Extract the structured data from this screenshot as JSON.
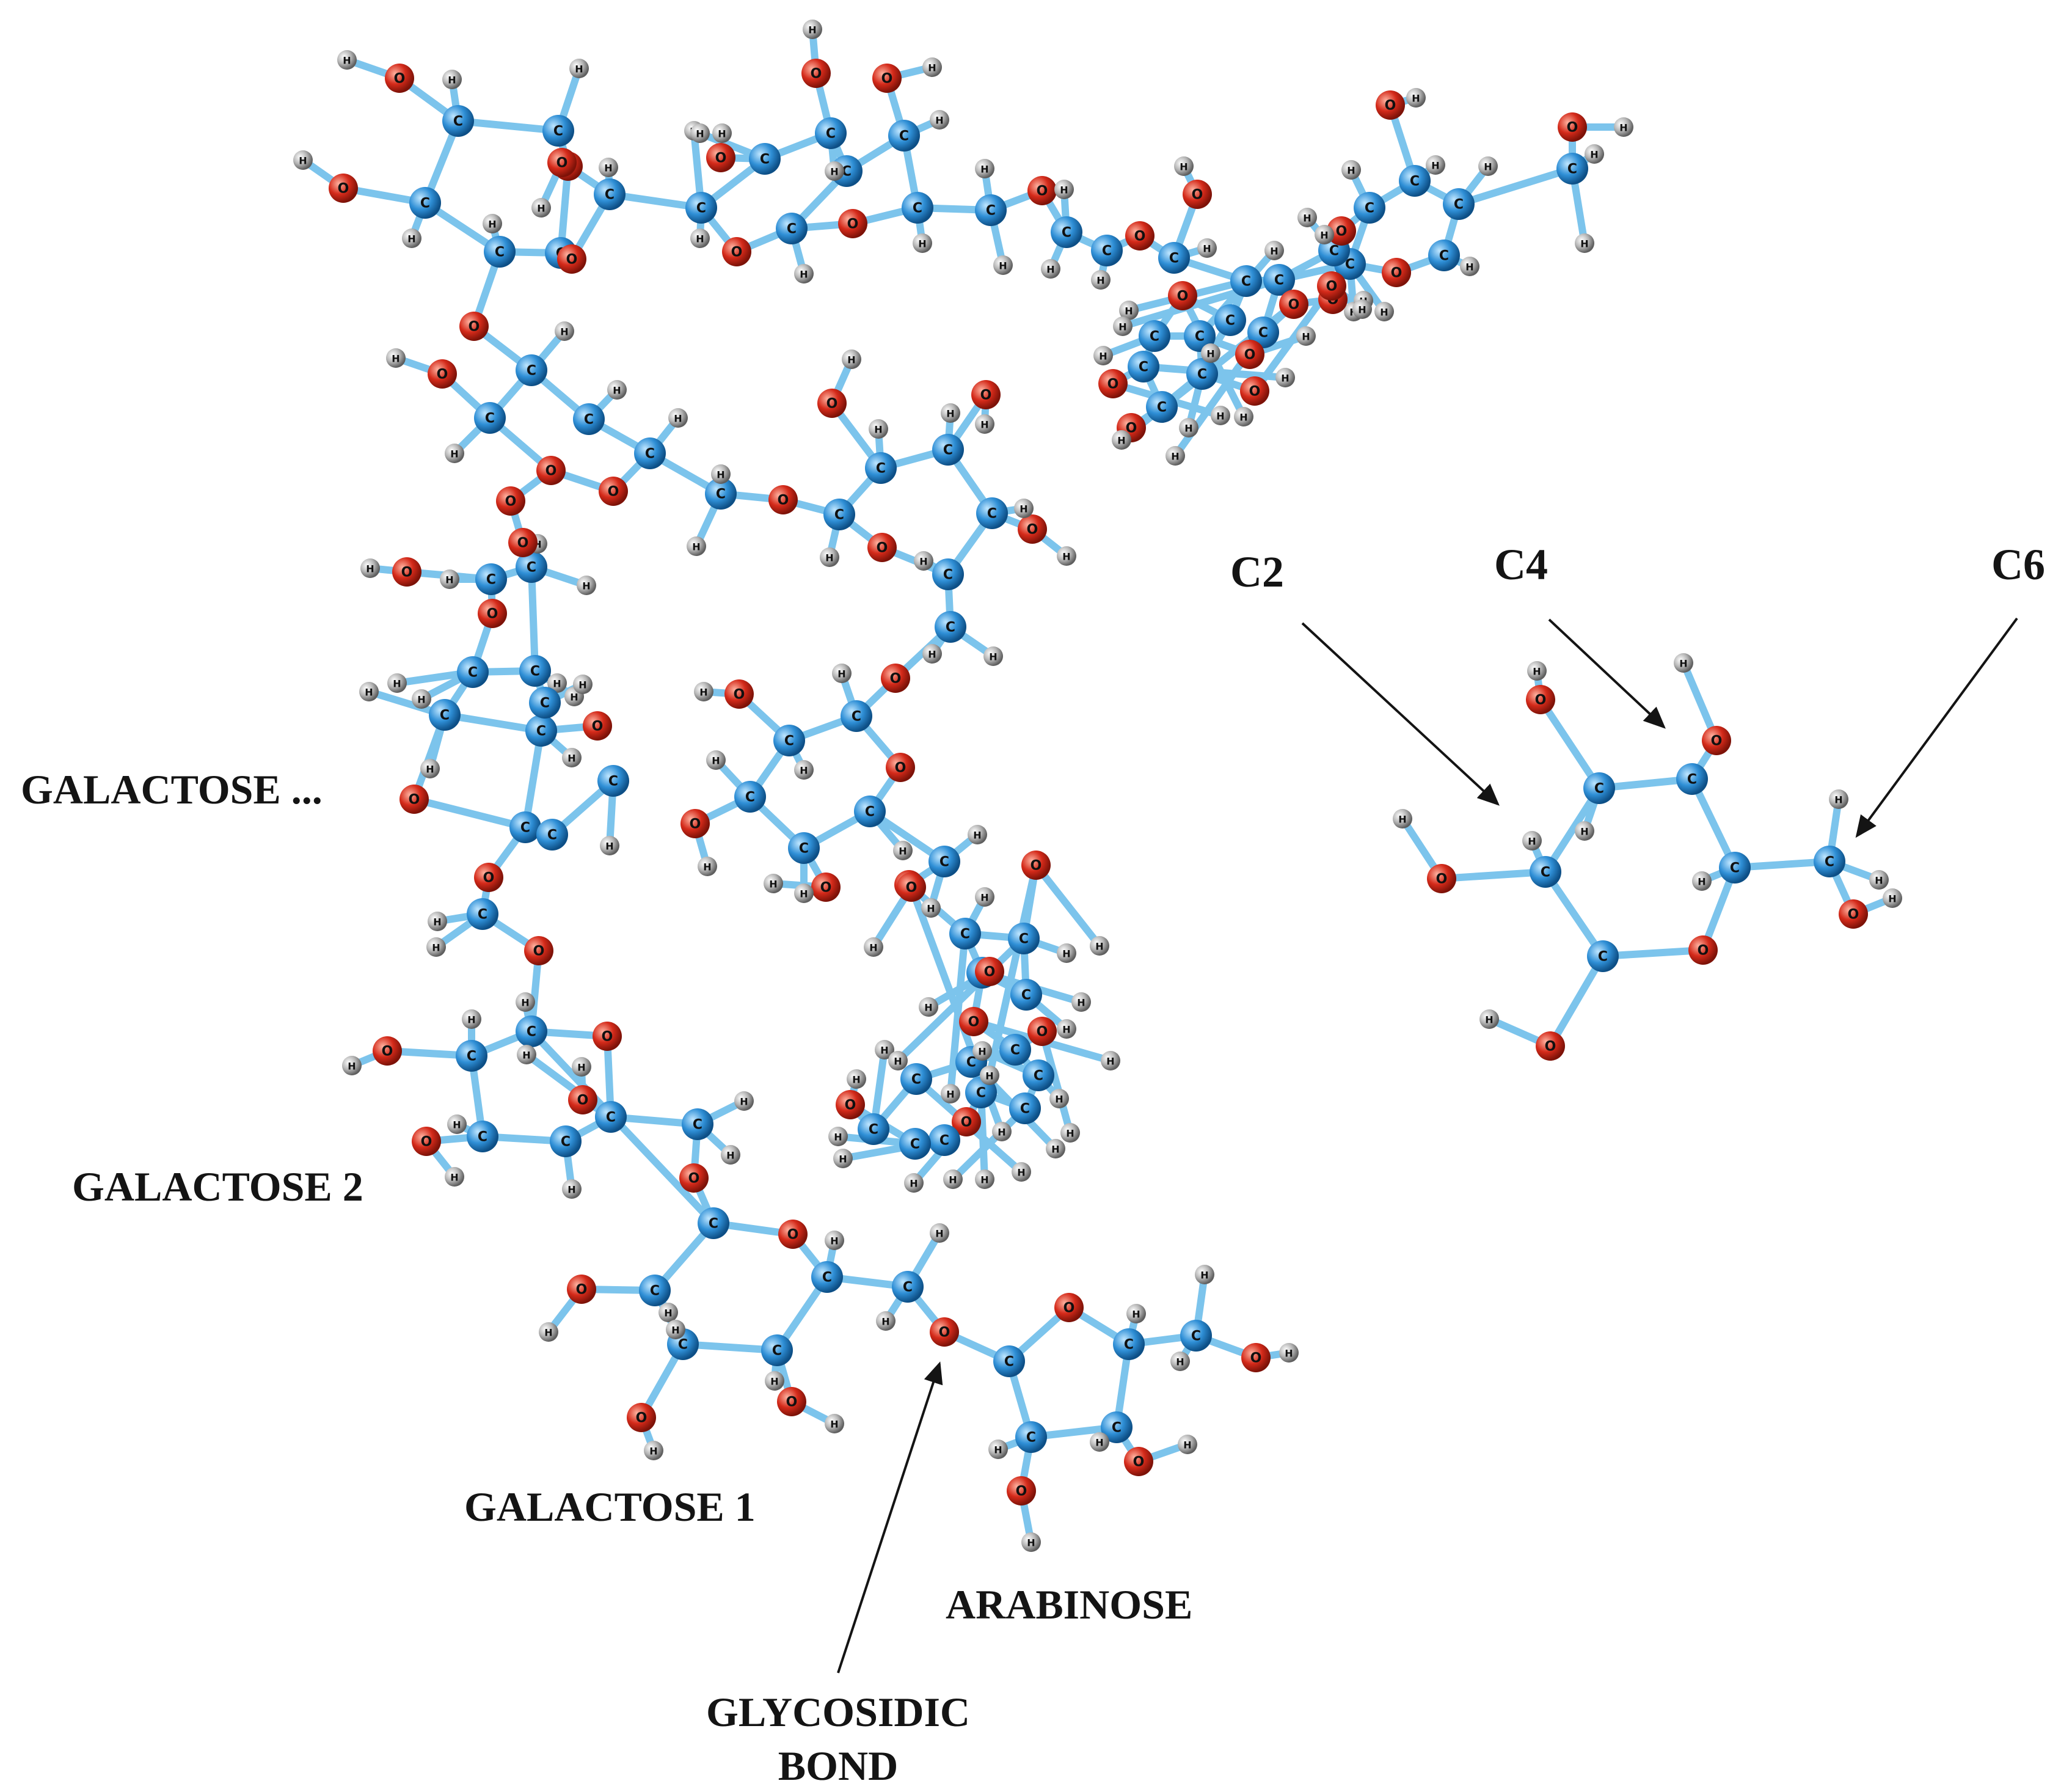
{
  "labels": {
    "galactose_n": "GALACTOSE ...",
    "galactose_2": "GALACTOSE 2",
    "galactose_1": "GALACTOSE 1",
    "arabinose": "ARABINOSE",
    "glycosidic_line1": "GLYCOSIDIC",
    "glycosidic_line2": "BOND",
    "c2": "C2",
    "c4": "C4",
    "c6": "C6"
  },
  "atom_symbols": {
    "carbon": "C",
    "oxygen": "O",
    "hydrogen": "H"
  },
  "colors": {
    "carbon": "#2f8fd6",
    "oxygen": "#d42a1a",
    "hydrogen": "#9a9a9a",
    "bond": "#7cc4ec",
    "text": "#141414"
  }
}
